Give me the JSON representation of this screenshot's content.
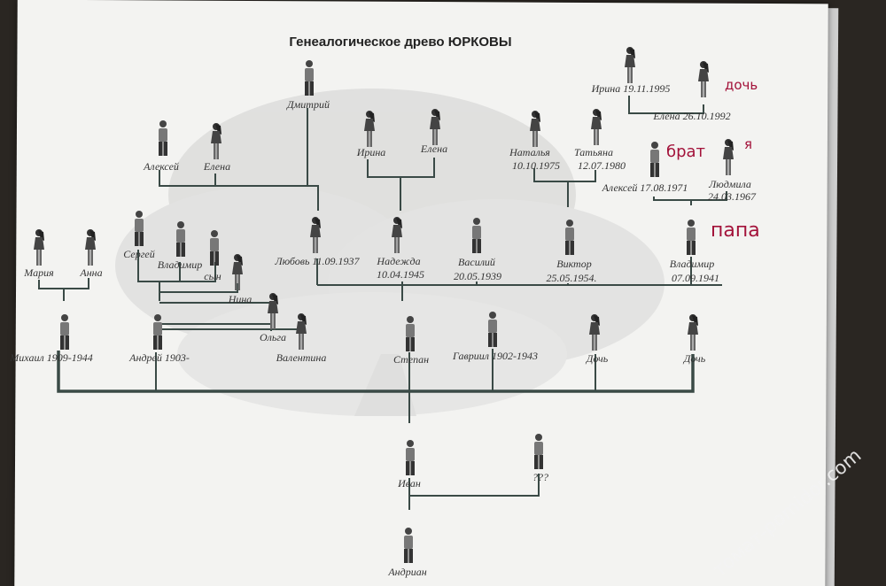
{
  "title": "Генеалогическое древо ЮРКОВЫ",
  "watermark": "томат-pomidor.com",
  "annotations": {
    "brat": "брат",
    "ya": "я",
    "papa": "папа",
    "doch": "дочь"
  },
  "people": {
    "dmitriy": "Дмитрий",
    "aleksey_top": "Алексей",
    "elena_left": "Елена",
    "irina": "Ирина",
    "elena_mid": "Елена",
    "natalya": "Наталья",
    "natalya_date": "10.10.1975",
    "tatyana": "Татьяна",
    "tatyana_date": "12.07.1980",
    "irina_right": "Ирина 19.11.1995",
    "elena_right": "Елена 26.10.1992",
    "aleksey_right": "Алексей 17.08.1971",
    "lyudmila": "Людмила",
    "lyudmila_date": "24.03.1967",
    "mariya": "Мария",
    "anna": "Анна",
    "sergey": "Сергей",
    "vladimir_mid": "Владимир",
    "syn": "сын",
    "nina": "Нина",
    "lyubov": "Любовь 11.09.1937",
    "nadezhda": "Надежда",
    "nadezhda_date": "10.04.1945",
    "vasiliy": "Василий",
    "vasiliy_date": "20.05.1939",
    "viktor": "Виктор",
    "viktor_date": "25.05.1954.",
    "vladimir_right": "Владимир",
    "vladimir_right_date": "07.09.1941",
    "mikhail": "Михаил 1909-1944",
    "andrey": "Андрей 1903-",
    "olga": "Ольга",
    "valentina": "Валентина",
    "stepan": "Степан",
    "gavriil": "Гавриил 1902-1943",
    "doch1": "Дочь",
    "doch2": "Дочь",
    "ivan": "Иван",
    "unknown": "???",
    "adrian": "Андриан"
  },
  "colors": {
    "paper": "#f3f3f1",
    "line": "#3a4a46",
    "handwriting": "#a3123a",
    "figure": "#555555"
  }
}
